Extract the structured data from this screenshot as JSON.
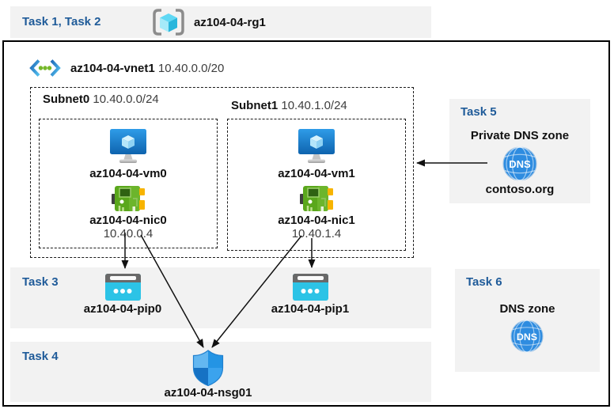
{
  "header": {
    "tasks_label": "Task 1, Task 2",
    "resource_group": "az104-04-rg1",
    "resource_group_icon": "resource-group-icon"
  },
  "vnet": {
    "name": "az104-04-vnet1",
    "cidr": "10.40.0.0/20",
    "icon": "virtual-network-icon"
  },
  "subnets": [
    {
      "name": "Subnet0",
      "cidr": "10.40.0.0/24",
      "vm": "az104-04-vm0",
      "vm_icon": "virtual-machine-icon",
      "nic": "az104-04-nic0",
      "nic_icon": "network-interface-icon",
      "ip": "10.40.0.4"
    },
    {
      "name": "Subnet1",
      "cidr": "10.40.1.0/24",
      "vm": "az104-04-vm1",
      "vm_icon": "virtual-machine-icon",
      "nic": "az104-04-nic1",
      "nic_icon": "network-interface-icon",
      "ip": "10.40.1.4"
    }
  ],
  "task3": {
    "label": "Task 3",
    "pips": [
      "az104-04-pip0",
      "az104-04-pip1"
    ],
    "pip_icon": "public-ip-icon"
  },
  "task4": {
    "label": "Task 4",
    "nsg": "az104-04-nsg01",
    "nsg_icon": "network-security-group-shield-icon"
  },
  "task5": {
    "label": "Task 5",
    "title": "Private DNS zone",
    "zone": "contoso.org",
    "icon": "dns-globe-icon"
  },
  "task6": {
    "label": "Task 6",
    "title": "DNS zone",
    "icon": "dns-globe-icon"
  },
  "arrows": {
    "description": "nic0->pip0, nic0->nsg01, nic1->nsg01, nic1->pip1, privatednszone->vnet"
  },
  "colors": {
    "task_text_blue": "#1f5b99",
    "band_gray": "#f2f2f2",
    "border_black": "#000000",
    "vm_blue": "#0e63ae",
    "nic_green": "#5aa71c",
    "nic_yellow": "#f7b400",
    "pip_cyan": "#2cc3e6",
    "shield_blue": "#2494e4",
    "dns_blue": "#2e8ce0"
  }
}
